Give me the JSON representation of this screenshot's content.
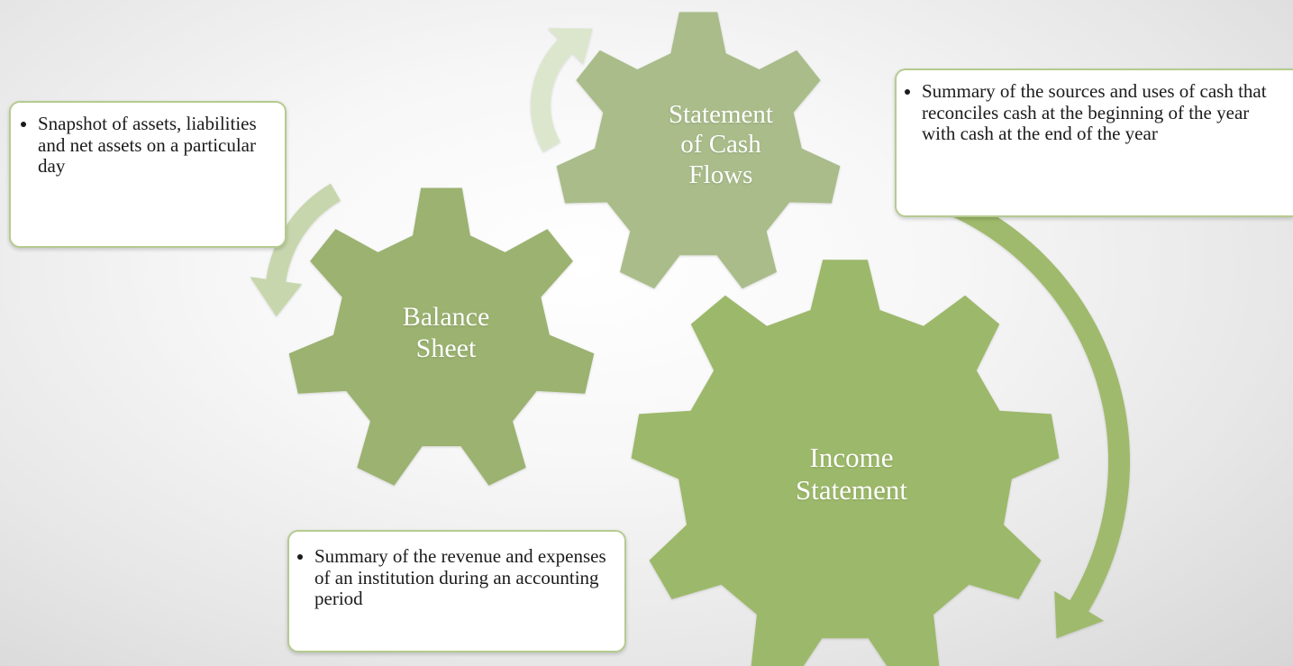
{
  "colors": {
    "gear_balance": "#9bb26f",
    "gear_cash": "#a9bc8a",
    "gear_income": "#9cb86a",
    "arrow_top": "#dbe6cc",
    "arrow_left": "#c7d6ac",
    "arrow_right": "#9fba6c",
    "note_border": "#b5cb8f"
  },
  "gears": {
    "balance": {
      "lines": [
        "Balance",
        "Sheet"
      ]
    },
    "cash": {
      "lines": [
        "Statement",
        "of Cash",
        "Flows"
      ]
    },
    "income": {
      "lines": [
        "Income",
        "Statement"
      ]
    }
  },
  "notes": {
    "balance": "Snapshot of assets, liabilities and net assets on a particular day",
    "cash": "Summary of the sources and uses of cash that reconciles cash at the beginning of the year with cash at the end of the year",
    "income": "Summary of the revenue and expenses of an institution during an accounting period"
  }
}
